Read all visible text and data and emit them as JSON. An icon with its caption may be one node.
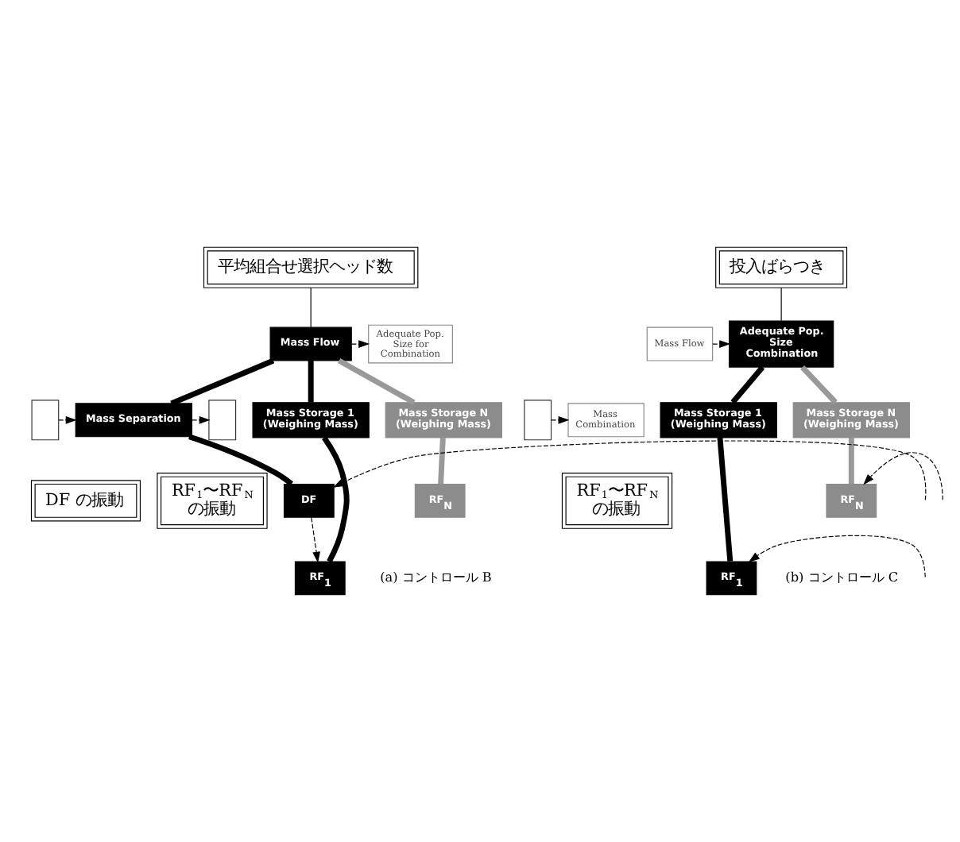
{
  "diagram": {
    "nodes": [
      {
        "text": [
          "平均組合せ選択ヘッド数"
        ]
      },
      {
        "text": [
          "Mass Flow"
        ]
      },
      {
        "text": [
          "Adequate Pop. Size for Combination"
        ]
      },
      {
        "text": [],
        "shape": "box"
      },
      {
        "text": [
          "Mass Separation"
        ]
      },
      {
        "text": [
          "Mass Storage 1 (Weighing Mass)"
        ]
      },
      {
        "text": [
          "Mass Storage N (Weighing Mass)"
        ]
      },
      {
        "text": [],
        "shape": "box"
      },
      {
        "text": [
          "RF$_{1}$"
        ]
      },
      {
        "text": [
          "DF"
        ]
      },
      {
        "text": [
          "RF$_{N}$"
        ]
      },
      {
        "text": [
          "RF$_{1}$〜RF$_{N}$ の振動"
        ]
      },
      {
        "text": [
          "DF の振動"
        ]
      },
      {
        "text": [
          "投入ばらつき"
        ]
      },
      {
        "text": [
          "Mass Flow"
        ]
      },
      {
        "text": [
          "Adequate Pop. Size Combination"
        ]
      },
      {
        "text": [],
        "shape": "box"
      },
      {
        "text": [
          "Mass Storage 1 (Weighing Mass)"
        ]
      },
      {
        "text": [
          "Mass Storage N (Weighing Mass)"
        ]
      },
      {
        "text": [
          "Mass Combination"
        ]
      },
      {
        "text": [
          "RF$_{1}$"
        ]
      },
      {
        "text": [
          "RF$_{N}$"
        ]
      },
      {
        "text": [
          "RF$_{1}$〜RF$_{N}$ の振動"
        ]
      }
    ],
    "edges": [
      {
        "from": 0,
        "to": 1,
        "arrow": "none"
      },
      {
        "from": 1,
        "to": 2,
        "arrow": "to",
        "style": "dashed"
      },
      {
        "from": 1,
        "to": 4,
        "arrow": "none",
        "style": "thick"
      },
      {
        "from": 1,
        "to": 5,
        "arrow": "none",
        "style": "thick"
      },
      {
        "from": 1,
        "to": 6,
        "arrow": "none",
        "style": "thick",
        "color": "#999999"
      },
      {
        "from": 3,
        "to": 4,
        "arrow": "to",
        "style": "dashed"
      },
      {
        "from": 4,
        "to": 7,
        "arrow": "to",
        "style": "dashed"
      },
      {
        "from": 4,
        "to": 9,
        "arrow": "none",
        "style": "thick"
      },
      {
        "from": 5,
        "to": 8,
        "arrow": "none",
        "style": "thick"
      },
      {
        "from": 6,
        "to": 10,
        "arrow": "none",
        "style": "thick",
        "color": "#999999"
      },
      {
        "from": null,
        "to": 9,
        "arrow": "to",
        "style": "dashed"
      },
      {
        "from": 9,
        "to": 8,
        "arrow": "to",
        "style": "dashed"
      },
      {
        "from": 13,
        "to": 15,
        "arrow": "none"
      },
      {
        "from": 14,
        "to": 15,
        "arrow": "to",
        "style": "dashed"
      },
      {
        "from": 15,
        "to": 17,
        "arrow": "none",
        "style": "thick"
      },
      {
        "from": 15,
        "to": 18,
        "arrow": "none",
        "style": "thick",
        "color": "#999999"
      },
      {
        "from": 16,
        "to": 19,
        "arrow": "to",
        "style": "dashed"
      },
      {
        "from": 17,
        "to": 20,
        "arrow": "none",
        "style": "thick"
      },
      {
        "from": 18,
        "to": 21,
        "arrow": "none",
        "style": "thick",
        "color": "#999999"
      },
      {
        "from": null,
        "to": 20,
        "arrow": "to",
        "style": "dashed"
      },
      {
        "from": null,
        "to": 21,
        "arrow": "to",
        "style": "dashed"
      }
    ],
    "labels": [
      "(a) コントロール B",
      "(b) コントロール C"
    ]
  }
}
